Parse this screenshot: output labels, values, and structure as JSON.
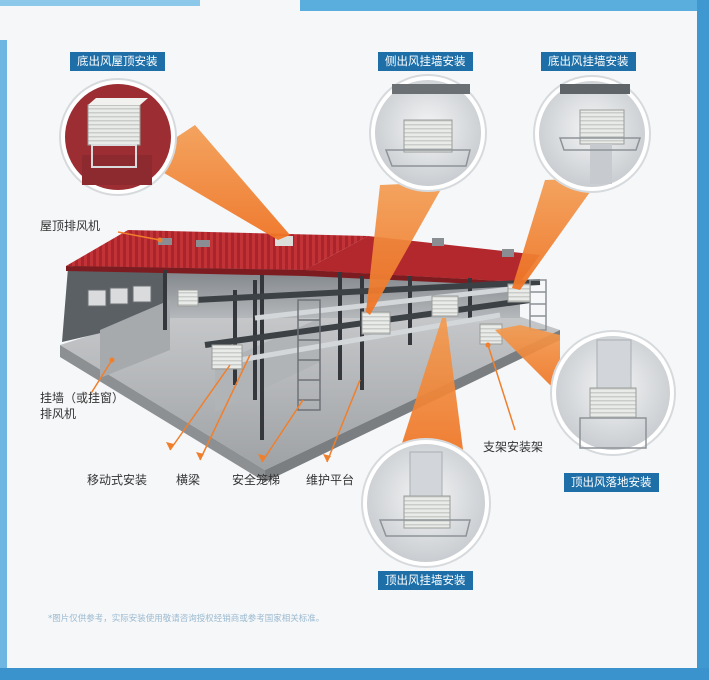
{
  "installations": {
    "bottom_roof": "底出风屋顶安装",
    "side_wall": "侧出风挂墙安装",
    "bottom_wall": "底出风挂墙安装",
    "top_floor": "顶出风落地安装",
    "top_wall": "顶出风挂墙安装"
  },
  "components": {
    "roof_fan": "屋顶排风机",
    "wall_fan_line1": "挂墙（或挂窗）",
    "wall_fan_line2": "排风机",
    "mobile": "移动式安装",
    "beam": "横梁",
    "ladder": "安全笼梯",
    "platform": "维护平台",
    "bracket": "支架安装架"
  },
  "footnote": "*图片仅供参考，实际安装使用敬请咨询授权经销商或参考国家相关标准。",
  "colors": {
    "badge": "#1e6fa8",
    "frame": "#4aa3d6",
    "accent_orange": "#f07f2c",
    "roof_red": "#b3282d",
    "steel": "#34383d"
  }
}
